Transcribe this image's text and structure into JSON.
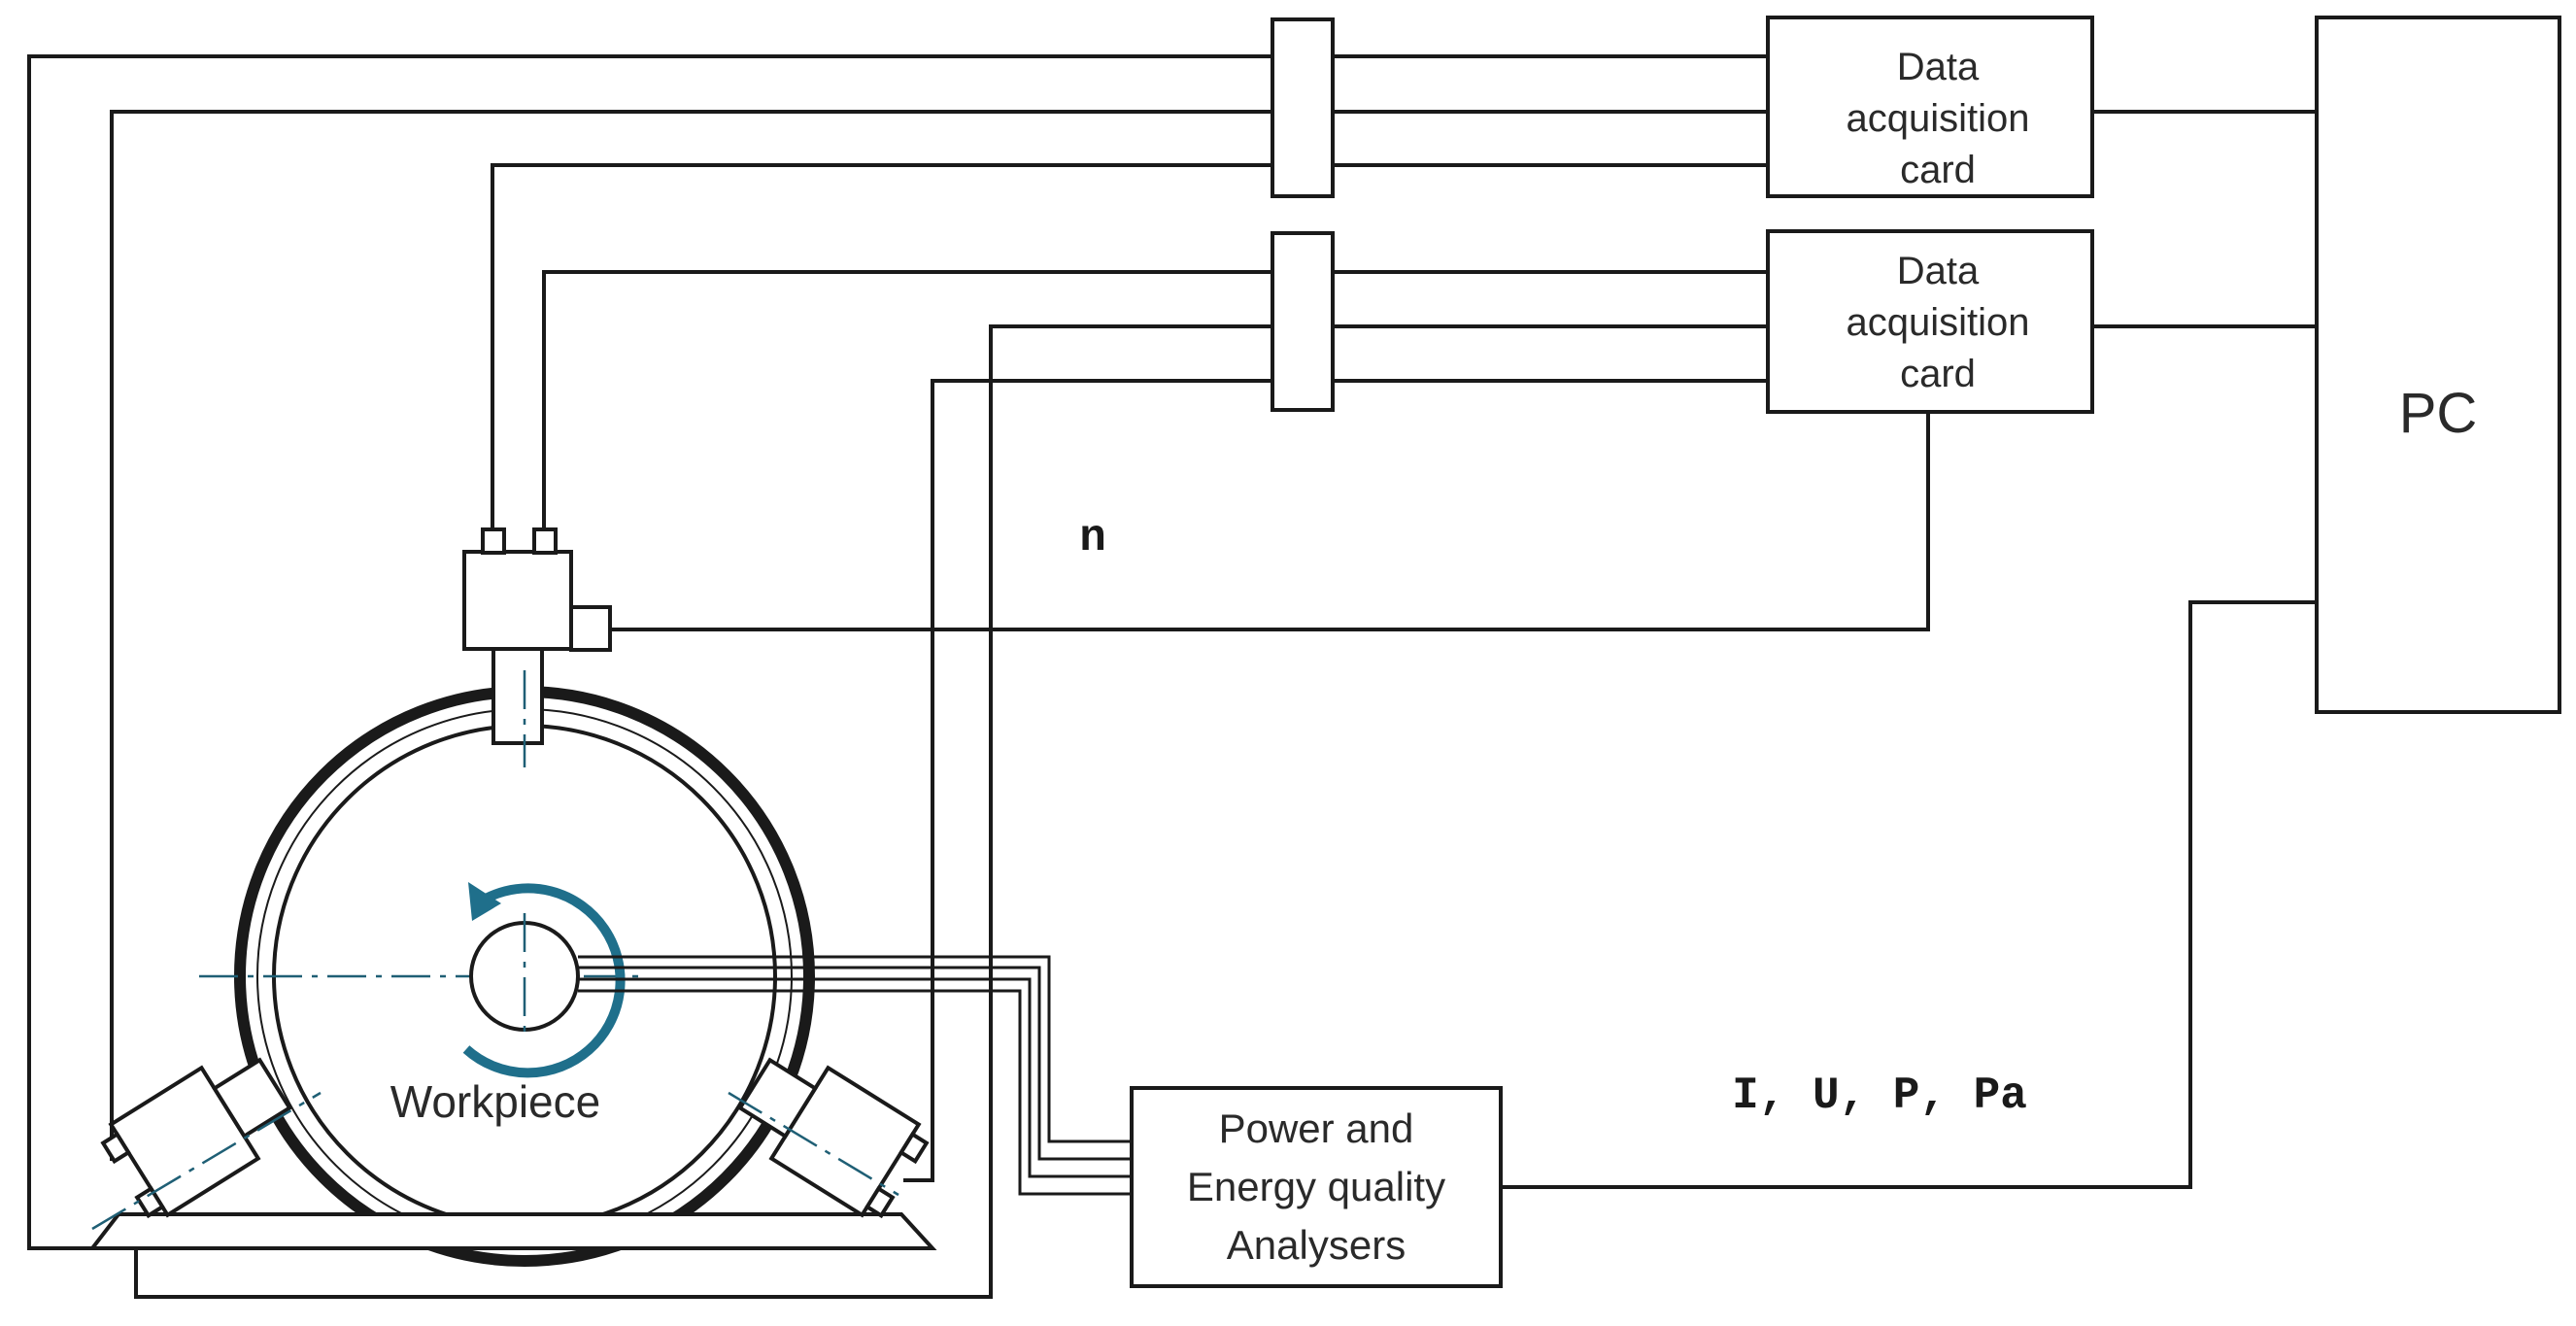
{
  "diagram": {
    "blocks": {
      "daq_card_1": [
        "Data",
        "acquisition",
        "card"
      ],
      "daq_card_2": [
        "Data",
        "acquisition",
        "card"
      ],
      "pc": "PC",
      "analyser": [
        "Power and",
        "Energy quality",
        "Analysers"
      ]
    },
    "labels": {
      "speed": "n",
      "electrical": "I, U, P, Pa",
      "workpiece": "Workpiece"
    },
    "colors": {
      "line": "#1a1a1a",
      "accent": "#1f6f8b",
      "background": "#ffffff"
    },
    "icons": {
      "rotation": "rotation-arrow-icon"
    }
  }
}
